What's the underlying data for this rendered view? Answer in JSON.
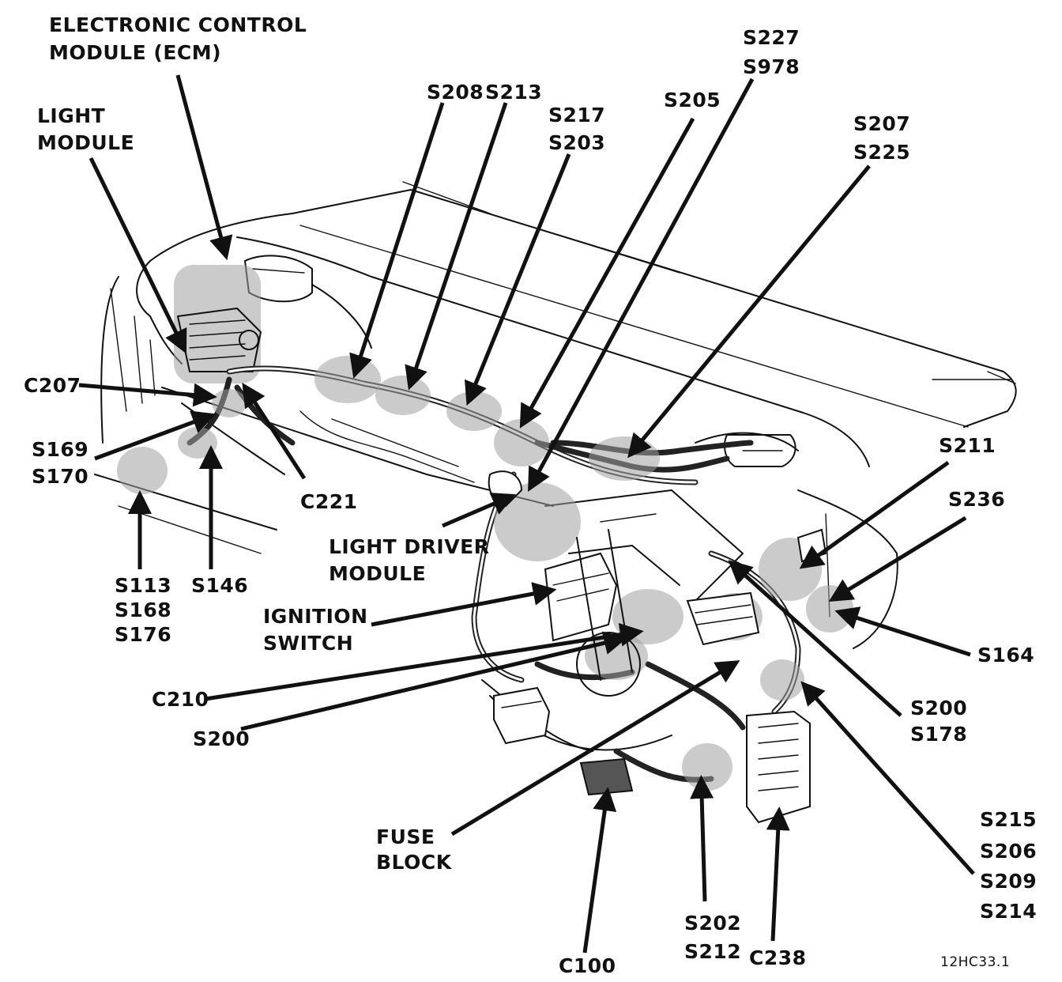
{
  "diagram_id": "12HC33.1",
  "labels": {
    "ecm_line1": "ELECTRONIC CONTROL",
    "ecm_line2": "MODULE (ECM)",
    "light_module_line1": "LIGHT",
    "light_module_line2": "MODULE",
    "s208": "S208",
    "s213": "S213",
    "s217": "S217",
    "s203": "S203",
    "s205": "S205",
    "s227": "S227",
    "s978": "S978",
    "s207": "S207",
    "s225": "S225",
    "c207": "C207",
    "s169": "S169",
    "s170": "S170",
    "c221": "C221",
    "s113": "S113",
    "s168": "S168",
    "s176": "S176",
    "s146": "S146",
    "light_driver_line1": "LIGHT DRIVER",
    "light_driver_line2": "MODULE",
    "ignition_line1": "IGNITION",
    "ignition_line2": "SWITCH",
    "c210": "C210",
    "s200_left": "S200",
    "fuse_line1": "FUSE",
    "fuse_line2": "BLOCK",
    "c100": "C100",
    "s202": "S202",
    "s212": "S212",
    "c238": "C238",
    "s211": "S211",
    "s236": "S236",
    "s164": "S164",
    "s200_right": "S200",
    "s178": "S178",
    "s215": "S215",
    "s206": "S206",
    "s209": "S209",
    "s214": "S214"
  }
}
